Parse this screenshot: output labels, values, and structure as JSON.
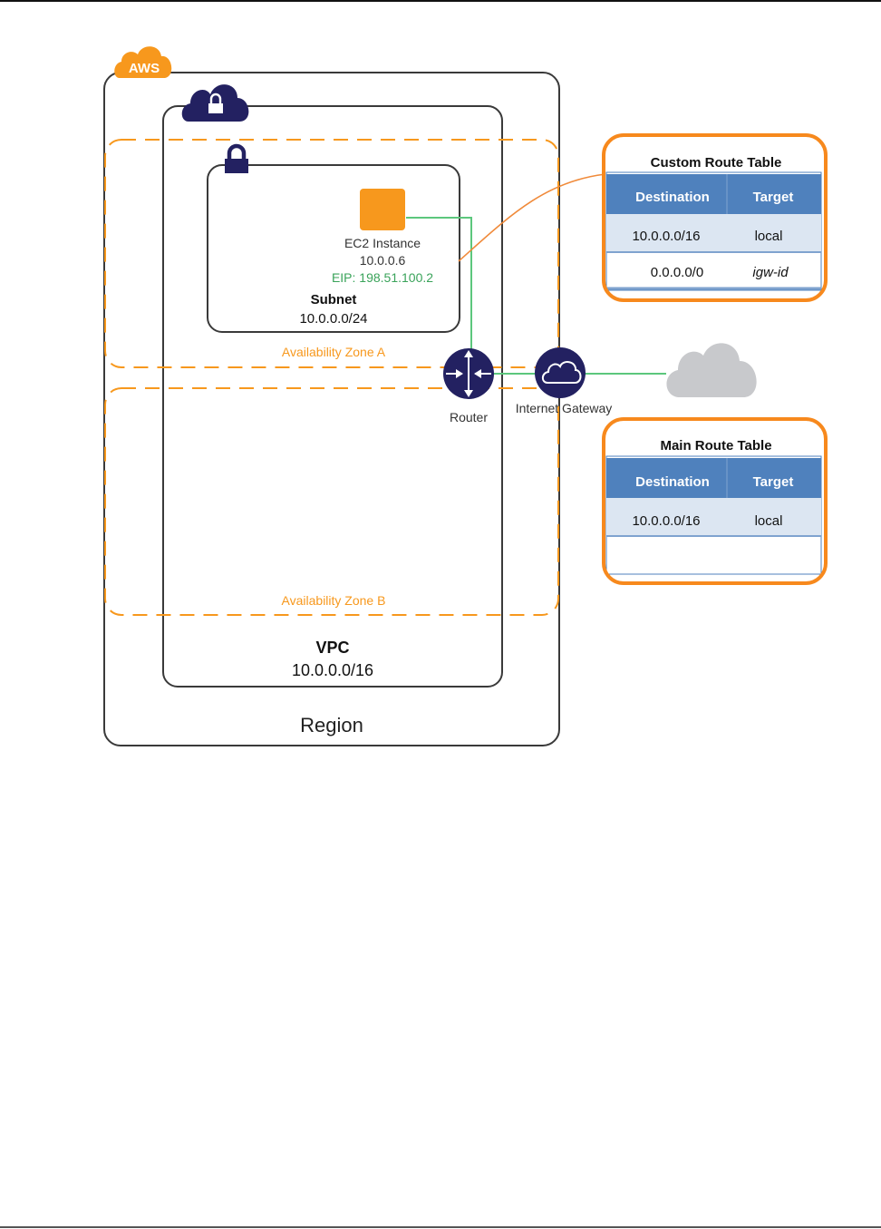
{
  "diagram": {
    "aws_badge": "AWS",
    "region": {
      "label": "Region"
    },
    "vpc": {
      "label": "VPC",
      "cidr": "10.0.0.0/16"
    },
    "availability_zones": [
      {
        "label": "Availability Zone A"
      },
      {
        "label": "Availability Zone B"
      }
    ],
    "subnet": {
      "label": "Subnet",
      "cidr": "10.0.0.0/24"
    },
    "ec2": {
      "label": "EC2 Instance",
      "private_ip": "10.0.0.6",
      "eip": "EIP: 198.51.100.2"
    },
    "router": {
      "label": "Router"
    },
    "internet_gateway": {
      "label": "Internet Gateway"
    },
    "custom_route_table": {
      "title": "Custom Route Table",
      "headers": [
        "Destination",
        "Target"
      ],
      "rows": [
        {
          "destination": "10.0.0.0/16",
          "target": "local"
        },
        {
          "destination": "0.0.0.0/0",
          "target": "igw-id"
        }
      ]
    },
    "main_route_table": {
      "title": "Main Route Table",
      "headers": [
        "Destination",
        "Target"
      ],
      "rows": [
        {
          "destination": "10.0.0.0/16",
          "target": "local"
        }
      ]
    },
    "colors": {
      "aws_orange": "#f7981d",
      "navy": "#232161",
      "green_link": "#5cc77d",
      "eip_green": "#3aa35a",
      "table_header": "#4f81bd",
      "table_row": "#dce6f2",
      "cloud_gray": "#c8c9cc"
    }
  }
}
